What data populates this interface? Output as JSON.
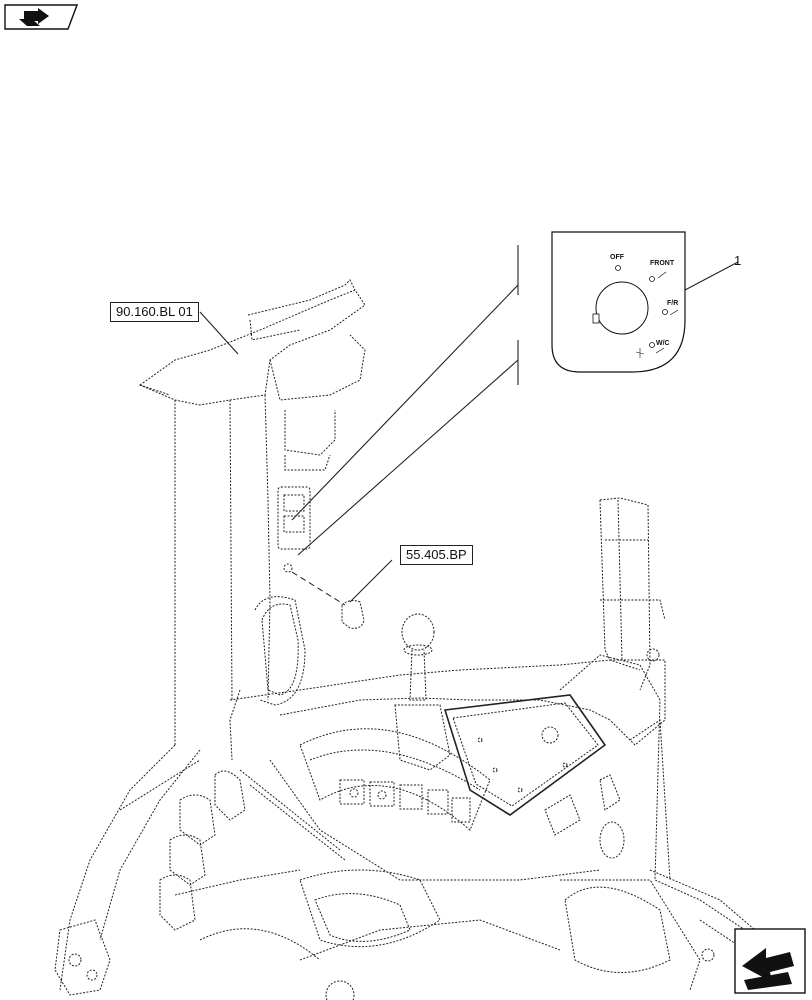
{
  "header": {
    "icon": "book-arrow-icon"
  },
  "labels": {
    "ref_cab": "90.160.BL 01",
    "ref_knob": "55.405.BP",
    "item_number": "1"
  },
  "switch_panel": {
    "positions": [
      "OFF",
      "FRONT",
      "F/R",
      "W/C"
    ]
  },
  "footer": {
    "icon": "next-page-arrow-icon"
  }
}
